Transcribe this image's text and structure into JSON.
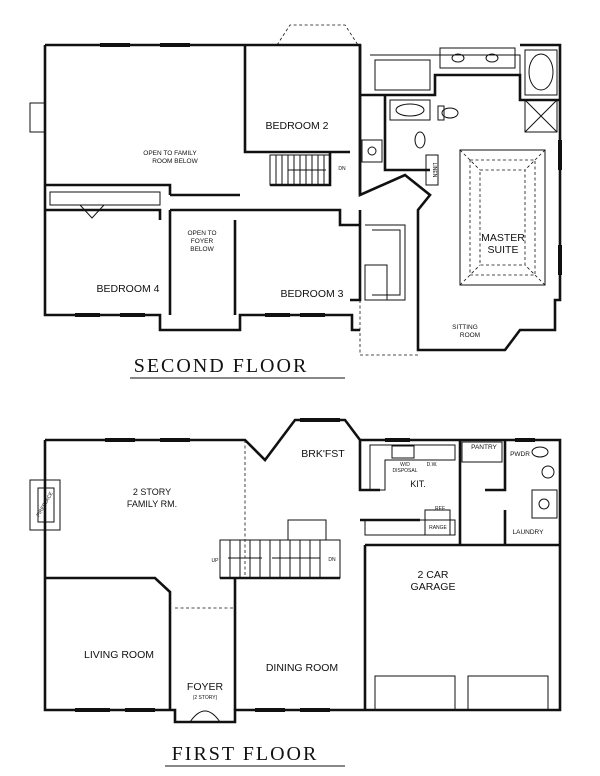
{
  "floors": {
    "second": {
      "title": "SECOND FLOOR",
      "rooms": {
        "open_family_line1": "OPEN TO FAMILY",
        "open_family_line2": "ROOM BELOW",
        "bedroom2": "BEDROOM 2",
        "open_foyer_line1": "OPEN TO",
        "open_foyer_line2": "FOYER",
        "open_foyer_line3": "BELOW",
        "bedroom4": "BEDROOM 4",
        "bedroom3": "BEDROOM 3",
        "master_line1": "MASTER",
        "master_line2": "SUITE",
        "sitting_line1": "SITTING",
        "sitting_line2": "ROOM",
        "linen": "LINEN",
        "stair_dn": "DN"
      }
    },
    "first": {
      "title": "FIRST FLOOR",
      "rooms": {
        "brkfst": "BRK'FST",
        "family_line1": "2 STORY",
        "family_line2": "FAMILY RM.",
        "fireplace": "FIREPLACE",
        "kit": "KIT.",
        "pantry": "PANTRY",
        "pwdr": "PWDR",
        "laundry": "LAUNDRY",
        "garage_line1": "2 CAR",
        "garage_line2": "GARAGE",
        "living": "LIVING ROOM",
        "dining": "DINING ROOM",
        "foyer_line1": "FOYER",
        "foyer_line2": "(2 STORY)",
        "disposal_line1": "W/D",
        "disposal_line2": "DISPOSAL",
        "dw": "D.W.",
        "ref": "REF",
        "range": "RANGE",
        "stair_up": "UP",
        "stair_dn": "DN"
      }
    }
  }
}
